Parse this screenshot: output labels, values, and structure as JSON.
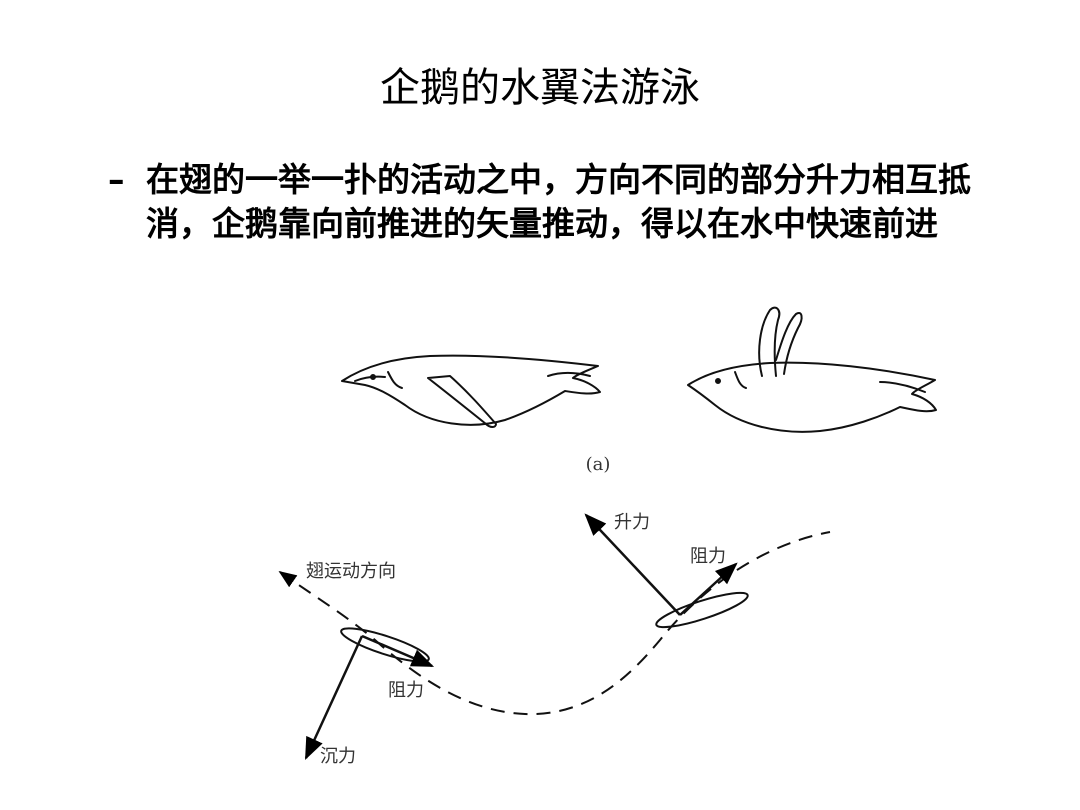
{
  "title": "企鹅的水翼法游泳",
  "bullet": {
    "marker": "–",
    "text": "在翅的一举一扑的活动之中，方向不同的部分升力相互抵消，企鹅靠向前推进的矢量推动，得以在水中快速前进"
  },
  "figure": {
    "caption_a": "(a)",
    "labels": {
      "wing_direction": "翅运动方向",
      "lift": "升力",
      "drag_right": "阻力",
      "drag_left": "阻力",
      "sink": "沉力"
    }
  }
}
